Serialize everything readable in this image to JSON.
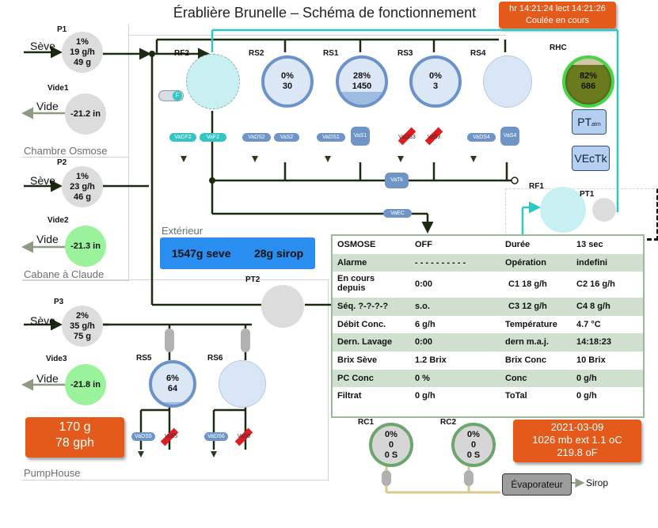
{
  "title": "Érablière Brunelle – Schéma de fonctionnement",
  "header_status": {
    "line1": "hr 14:21:24 lect 14:21:26",
    "line2": "Coulée en cours"
  },
  "zones": {
    "osmose": "Chambre Osmose",
    "cabane": "Cabane à Claude",
    "pumphouse": "PumpHouse",
    "exterieur": "Extérieur"
  },
  "sensors": {
    "p1": {
      "name": "P1",
      "flow_label": "Sève",
      "pct": "1%",
      "rate": "19 g/h",
      "qty": "49 g"
    },
    "vide1": {
      "name": "Vide1",
      "label": "Vide",
      "value": "-21.2 in"
    },
    "p2": {
      "name": "P2",
      "flow_label": "Sève",
      "pct": "1%",
      "rate": "23 g/h",
      "qty": "46 g"
    },
    "vide2": {
      "name": "Vide2",
      "label": "Vide",
      "value": "-21.3 in"
    },
    "p3": {
      "name": "P3",
      "flow_label": "Sève",
      "pct": "2%",
      "rate": "35 g/h",
      "qty": "75 g"
    },
    "vide3": {
      "name": "Vide3",
      "label": "Vide",
      "value": "-21.8 in"
    },
    "pt2": {
      "name": "PT2"
    },
    "pt1": {
      "name": "PT1"
    },
    "rf1": {
      "name": "RF1"
    }
  },
  "tanks": {
    "rf2": {
      "name": "RF2",
      "pct": "",
      "val": ""
    },
    "rs2": {
      "name": "RS2",
      "pct": "0%",
      "val": "30",
      "fill": 0
    },
    "rs1": {
      "name": "RS1",
      "pct": "28%",
      "val": "1450",
      "fill": 0.28
    },
    "rs3": {
      "name": "RS3",
      "pct": "0%",
      "val": "3",
      "fill": 0
    },
    "rs4": {
      "name": "RS4",
      "pct": "",
      "val": ""
    },
    "rs5": {
      "name": "RS5",
      "pct": "6%",
      "val": "64",
      "fill": 0.06
    },
    "rs6": {
      "name": "RS6",
      "pct": "",
      "val": ""
    }
  },
  "rhc": {
    "name": "RHC",
    "pct": "82%",
    "val": "686"
  },
  "buttons": {
    "pt_atm": "PT",
    "pt_atm_sub": "atm",
    "vectk": "VEcTk",
    "toggle": "F"
  },
  "valves": {
    "vadf2": "VaDF2",
    "vaf2": "VaF2",
    "vads2": "VaDS2",
    "vas2": "VaS2",
    "vads1": "VaDS1",
    "vas1": "VaS1",
    "vads3": "VaDS3",
    "vas3": "VaS3",
    "vads4": "VaDS4",
    "vas4": "VaS4",
    "vatk": "VaTk",
    "vaec": "VaEC",
    "vads5": "VaDS5",
    "vas5": "VaS5",
    "vads6": "VaDS6",
    "vas6": "VaS6"
  },
  "production": {
    "seve": "1547g seve",
    "sirop": "28g sirop"
  },
  "pump_total": {
    "line1": "170 g",
    "line2": "78 gph"
  },
  "table": {
    "rows": [
      [
        "OSMOSE",
        "OFF",
        "Durée",
        "13 sec"
      ],
      [
        "Alarme",
        "- - - - - - - - - -",
        "Opération",
        "indefini"
      ],
      [
        "En cours depuis",
        "0:00",
        "C1  18 g/h",
        "C2  16 g/h"
      ],
      [
        "Séq. ?-?-?-?",
        "s.o.",
        "C3  12 g/h",
        "C4  8 g/h"
      ],
      [
        "Débit Conc.",
        "6 g/h",
        "Température",
        "4.7 °C"
      ],
      [
        "Dern. Lavage",
        "0:00",
        "dern m.a.j.",
        "14:18:23"
      ],
      [
        "Brix Sève",
        "1.2 Brix",
        "Brix Conc",
        "10 Brix"
      ],
      [
        "PC Conc",
        "0 %",
        "Conc",
        "0 g/h"
      ],
      [
        "Filtrat",
        "0 g/h",
        "ToTal",
        "0 g/h"
      ]
    ]
  },
  "rc1": {
    "name": "RC1",
    "pct": "0%",
    "val": "0",
    "time": "0 S"
  },
  "rc2": {
    "name": "RC2",
    "pct": "0%",
    "val": "0",
    "time": "0 S"
  },
  "weather": {
    "date": "2021-03-09",
    "line2": "1026 mb ext 1.1 oC",
    "line3": "219.8 oF"
  },
  "evaporateur": {
    "label": "Évaporateur",
    "output": "Sirop"
  },
  "colors": {
    "orange": "#e35a1a",
    "blue_box": "#2a8df0",
    "pipe": "#1d2a12",
    "teal_pipe": "#2fc6c6",
    "green_vide": "#9af29a"
  }
}
